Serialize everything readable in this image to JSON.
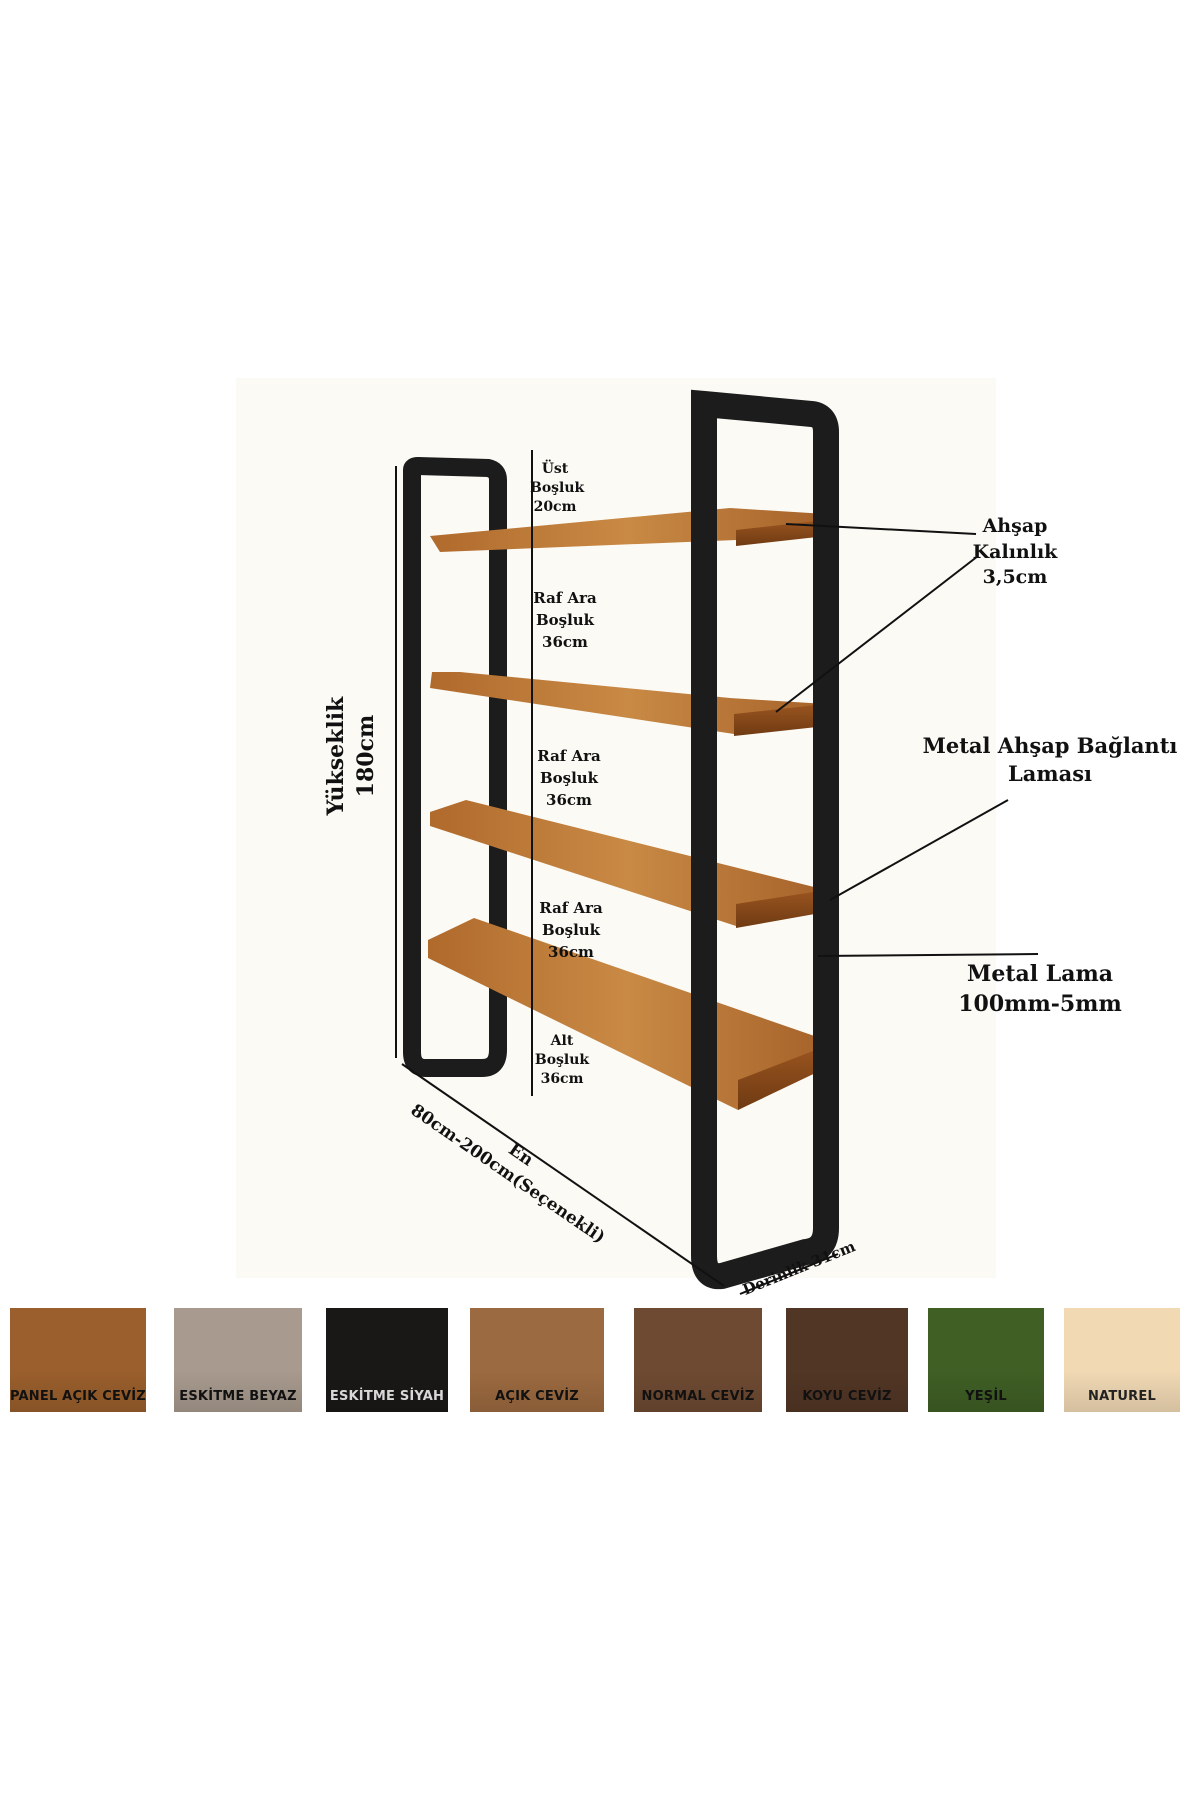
{
  "diagram": {
    "labels": {
      "top_gap": [
        "Üst",
        "Boşluk",
        "20cm"
      ],
      "gap1": [
        "Raf Ara",
        "Boşluk",
        "36cm"
      ],
      "gap2": [
        "Raf Ara",
        "Boşluk",
        "36cm"
      ],
      "gap3": [
        "Raf Ara",
        "Boşluk",
        "36cm"
      ],
      "bottom_gap": [
        "Alt",
        "Boşluk",
        "36cm"
      ],
      "height": [
        "Yükseklik",
        "180cm"
      ],
      "width": [
        "En",
        "80cm-200cm(Seçenekli)"
      ],
      "depth": "Derinlik 31cm",
      "wood_thickness": [
        "Ahşap",
        "Kalınlık",
        "3,5cm"
      ],
      "connector": [
        "Metal Ahşap Bağlantı",
        "Laması"
      ],
      "metal_strip": [
        "Metal Lama",
        "100mm-5mm"
      ]
    },
    "colors": {
      "wood_light": "#c17a35",
      "wood_dark": "#8a4e1c",
      "metal": "#1c1c1c",
      "background_panel": "#fbfaf5"
    }
  },
  "swatches": [
    {
      "label": "PANEL AÇIK CEVİZ",
      "color": "#9a5f2c",
      "text_color": "#111111"
    },
    {
      "label": "ESKİTME BEYAZ",
      "color": "#a89a8e",
      "text_color": "#111111"
    },
    {
      "label": "ESKİTME SİYAH",
      "color": "#1a1816",
      "text_color": "#d8d8d8"
    },
    {
      "label": "AÇIK CEVİZ",
      "color": "#9c6a40",
      "text_color": "#111111"
    },
    {
      "label": "NORMAL CEVİZ",
      "color": "#6e4a32",
      "text_color": "#111111"
    },
    {
      "label": "KOYU CEVİZ",
      "color": "#523625",
      "text_color": "#111111"
    },
    {
      "label": "YEŞİL",
      "color": "#3f5f25",
      "text_color": "#111111"
    },
    {
      "label": "NATUREL",
      "color": "#f1d9b4",
      "text_color": "#222222"
    }
  ]
}
